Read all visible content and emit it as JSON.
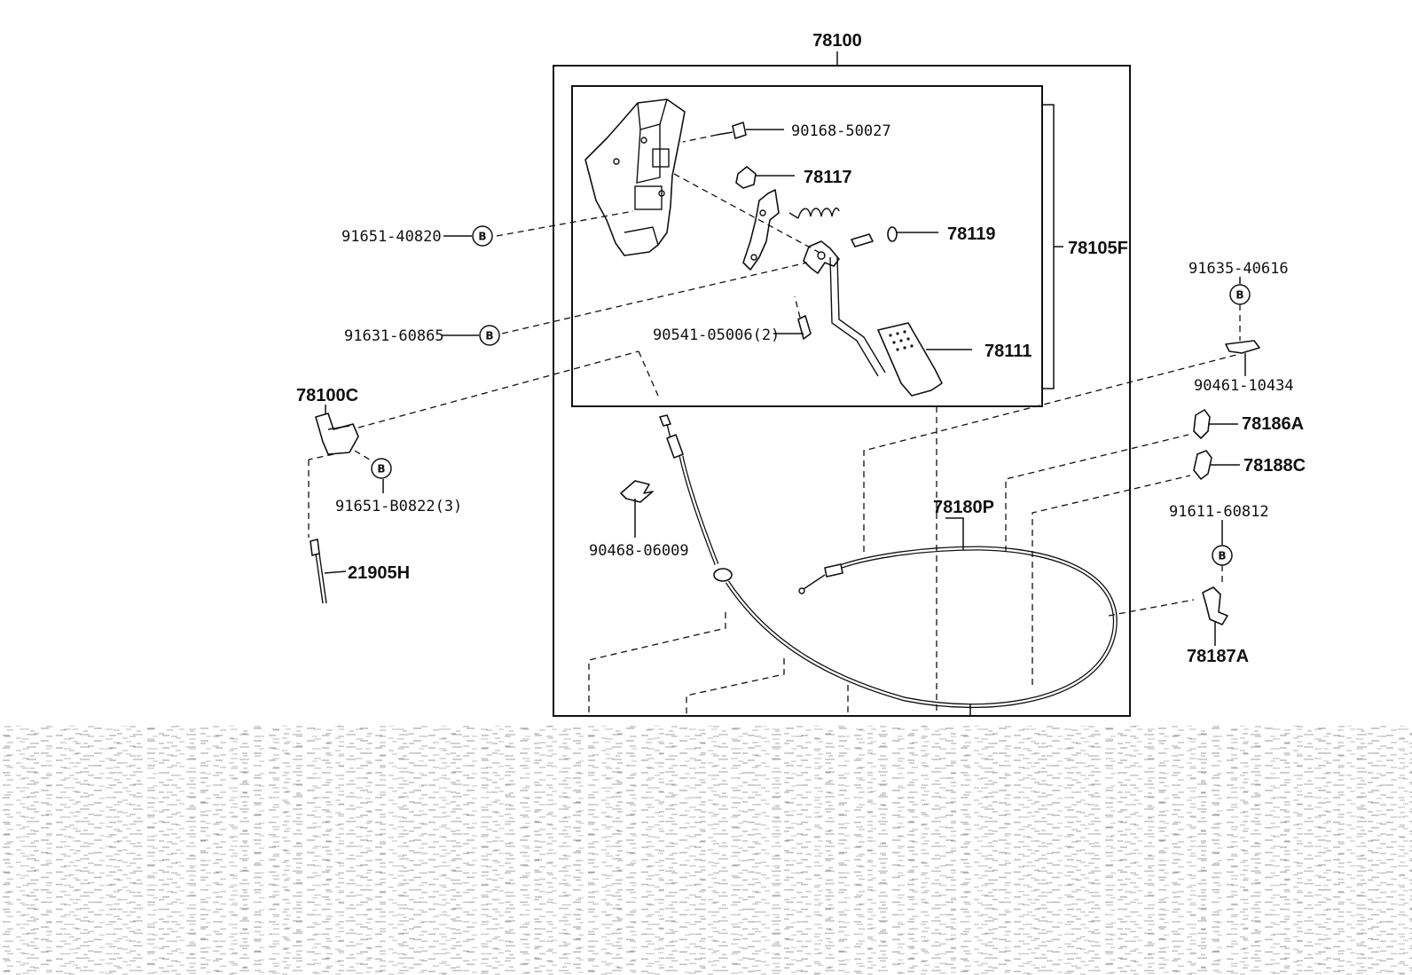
{
  "labels": {
    "assy_78100": "78100",
    "p_90168_50027": "90168-50027",
    "p_78117": "78117",
    "p_91651_40820": "91651-40820",
    "p_78119": "78119",
    "p_78105F": "78105F",
    "p_91635_40616": "91635-40616",
    "p_91631_60865": "91631-60865",
    "p_90541_05006": "90541-05006(2)",
    "p_78111": "78111",
    "p_90461_10434": "90461-10434",
    "p_78100C": "78100C",
    "p_78186A": "78186A",
    "p_78188C": "78188C",
    "p_91651_B0822": "91651-B0822(3)",
    "p_78180P": "78180P",
    "p_91611_60812": "91611-60812",
    "p_90468_06009": "90468-06009",
    "p_21905H": "21905H",
    "p_78187A": "78187A"
  },
  "markers": {
    "b_symbol": "B"
  }
}
